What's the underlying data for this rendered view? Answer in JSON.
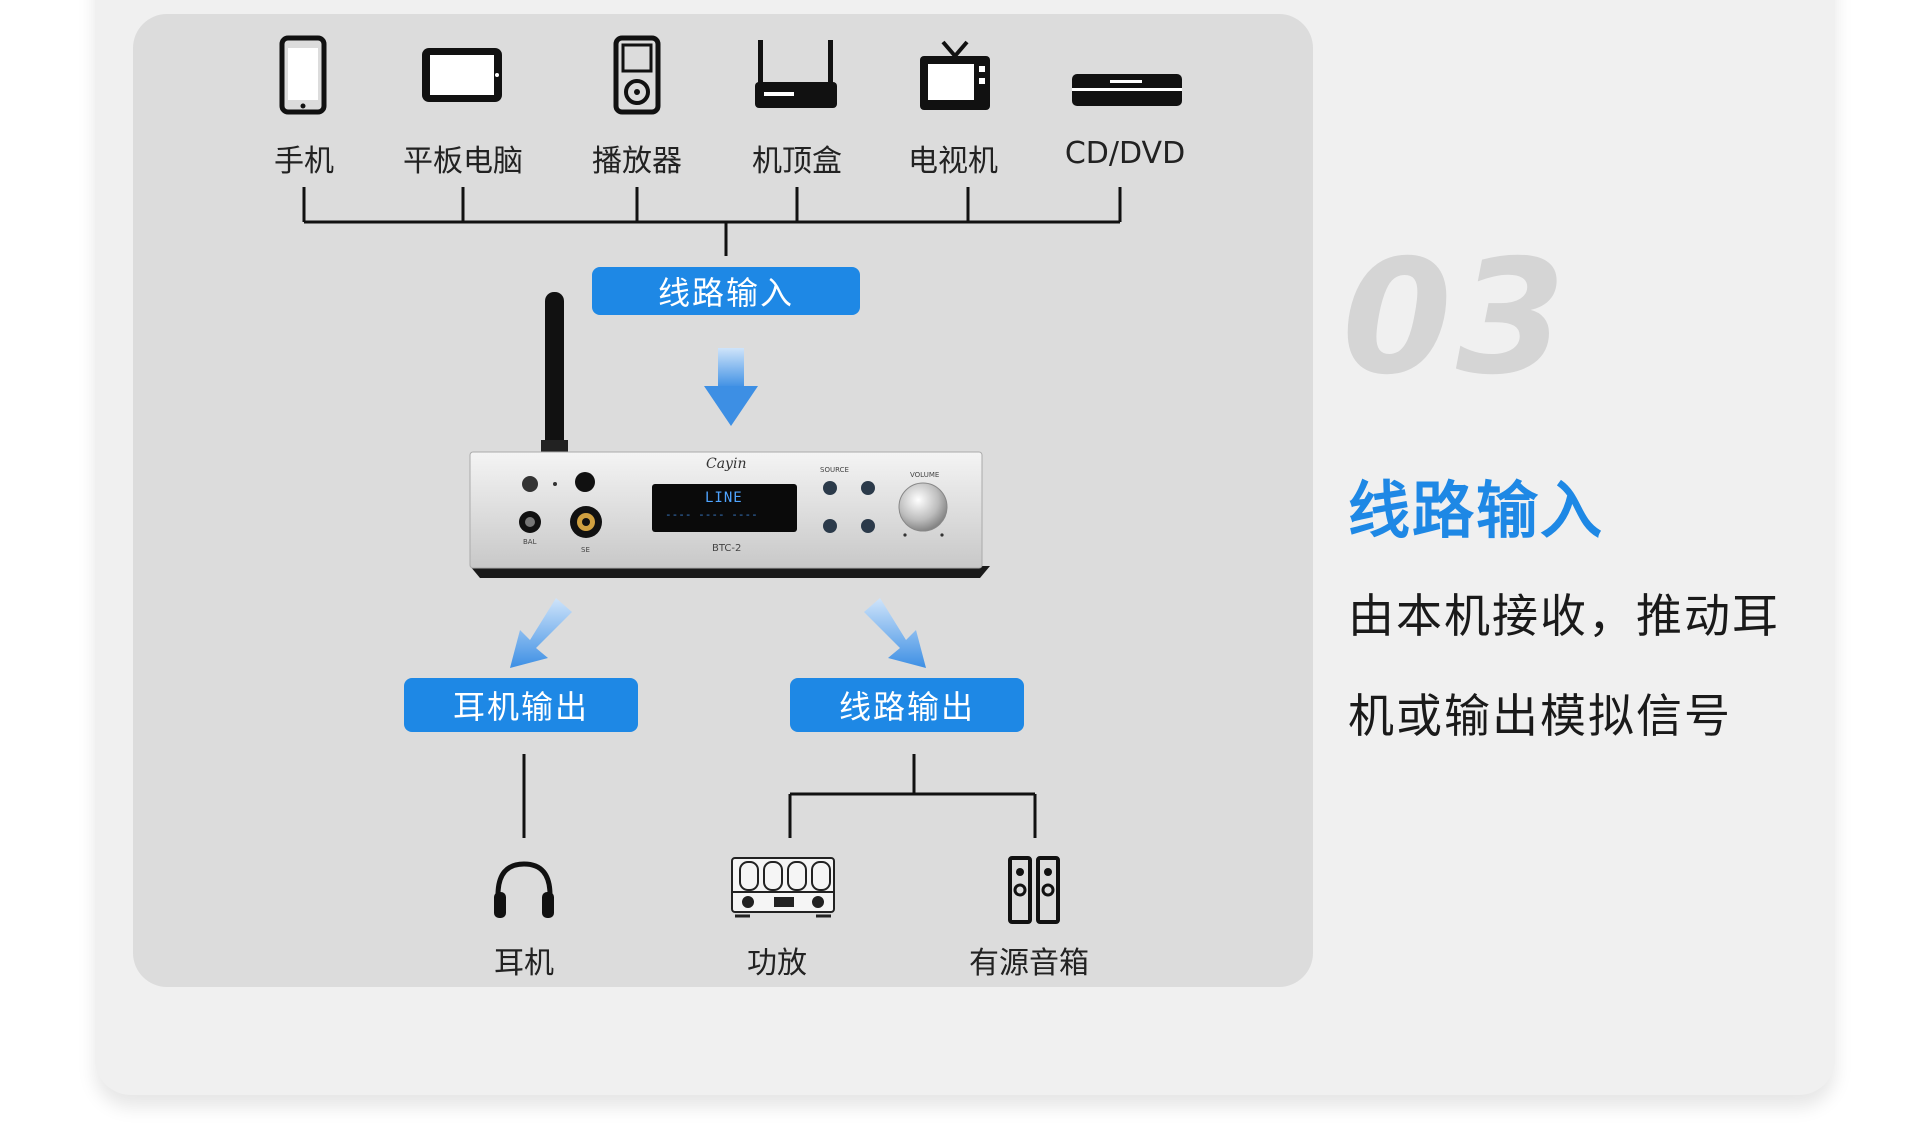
{
  "sources": {
    "phone_label": "手机",
    "tablet_label": "平板电脑",
    "player_label": "播放器",
    "settop_label": "机顶盒",
    "tv_label": "电视机",
    "cd_label": "CD/DVD"
  },
  "input_badge": "线路输入",
  "device": {
    "brand": "Cayin",
    "display_text": "LINE",
    "display_dashes": "---- ---- ----",
    "model": "BTC-2",
    "source_label": "SOURCE",
    "volume_label": "VOLUME",
    "bal_label": "BAL",
    "se_label": "SE"
  },
  "outputs": {
    "headphone_badge": "耳机输出",
    "line_badge": "线路输出",
    "headphone_label": "耳机",
    "amp_label": "功放",
    "speaker_label": "有源音箱"
  },
  "side": {
    "number": "03",
    "title": "线路输入",
    "line1": "由本机接收，推动耳",
    "line2": "机或输出模拟信号"
  },
  "colors": {
    "accent": "#1e88e5",
    "panel": "#dcdcdc",
    "card": "#f0f0f0"
  },
  "icons": [
    "phone-icon",
    "tablet-icon",
    "player-icon",
    "router-icon",
    "tv-icon",
    "cd-dvd-icon",
    "arrow-down-icon",
    "headphone-icon",
    "amplifier-icon",
    "speaker-icon"
  ]
}
